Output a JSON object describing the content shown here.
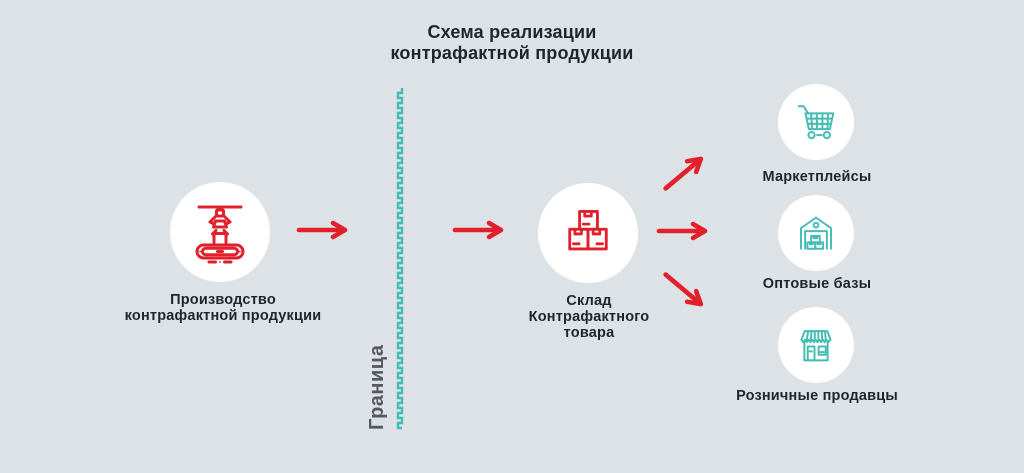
{
  "title": "Схема реализации\nконтрафактной продукции",
  "border": {
    "label": "Граница"
  },
  "nodes": {
    "production": {
      "label": "Производство\nконтрафактной продукции",
      "icon": "conveyor-press-icon"
    },
    "warehouse": {
      "label": "Склад\nКонтрафактного\nтовара",
      "icon": "stacked-boxes-icon"
    },
    "marketplaces": {
      "label": "Маркетплейсы",
      "icon": "shopping-cart-icon"
    },
    "wholesale": {
      "label": "Оптовые базы",
      "icon": "warehouse-building-icon"
    },
    "retail": {
      "label": "Розничные продавцы",
      "icon": "storefront-icon"
    }
  },
  "colors": {
    "background": "#dde2e6",
    "node_background": "#ffffff",
    "arrow_red": "#e2202b",
    "icon_teal": "#45bcb3",
    "title_text": "#1f262b",
    "border_label_text": "#55585c"
  }
}
